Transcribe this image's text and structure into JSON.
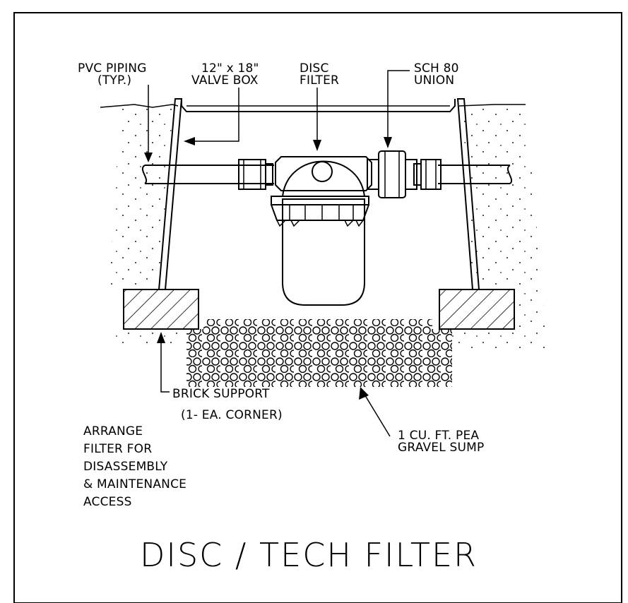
{
  "drawing": {
    "title": "DISC / TECH FILTER",
    "labels": {
      "pvc_piping_1": "PVC PIPING",
      "pvc_piping_2": "(TYP.)",
      "valve_box_1": "12\" x 18\"",
      "valve_box_2": "VALVE BOX",
      "disc_filter_1": "DISC",
      "disc_filter_2": "FILTER",
      "union_1": "SCH 80",
      "union_2": "UNION",
      "brick_1": "BRICK SUPPORT",
      "brick_2": "(1- EA. CORNER)",
      "gravel_1": "1 CU. FT. PEA",
      "gravel_2": "GRAVEL SUMP",
      "note_1": "ARRANGE",
      "note_2": "FILTER FOR",
      "note_3": "DISASSEMBLY",
      "note_4": "& MAINTENANCE",
      "note_5": "ACCESS"
    }
  }
}
